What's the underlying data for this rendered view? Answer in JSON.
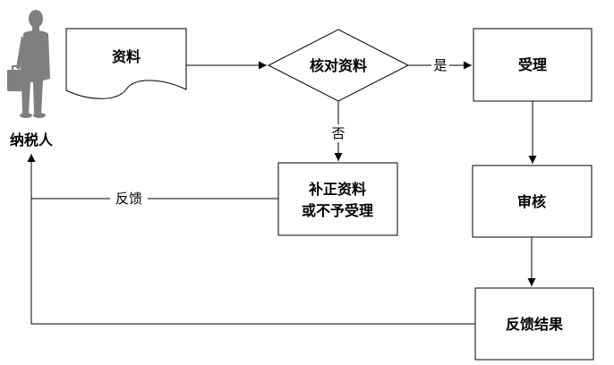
{
  "actor": {
    "label": "纳税人",
    "icon": "businessman-with-briefcase-icon",
    "color": "#7f7f7f"
  },
  "nodes": {
    "document": {
      "label": "资料",
      "shape": "document"
    },
    "decision": {
      "label": "核对资料",
      "shape": "diamond"
    },
    "accept": {
      "label": "受理",
      "shape": "rectangle"
    },
    "correct": {
      "label_line1": "补正资料",
      "label_line2": "或不予受理",
      "shape": "rectangle"
    },
    "review": {
      "label": "审核",
      "shape": "rectangle"
    },
    "result": {
      "label": "反馈结果",
      "shape": "rectangle"
    }
  },
  "edges": {
    "yes_label": "是",
    "no_label": "否",
    "feedback_label": "反馈"
  },
  "colors": {
    "line": "#000000",
    "box_fill": "#ffffff"
  }
}
